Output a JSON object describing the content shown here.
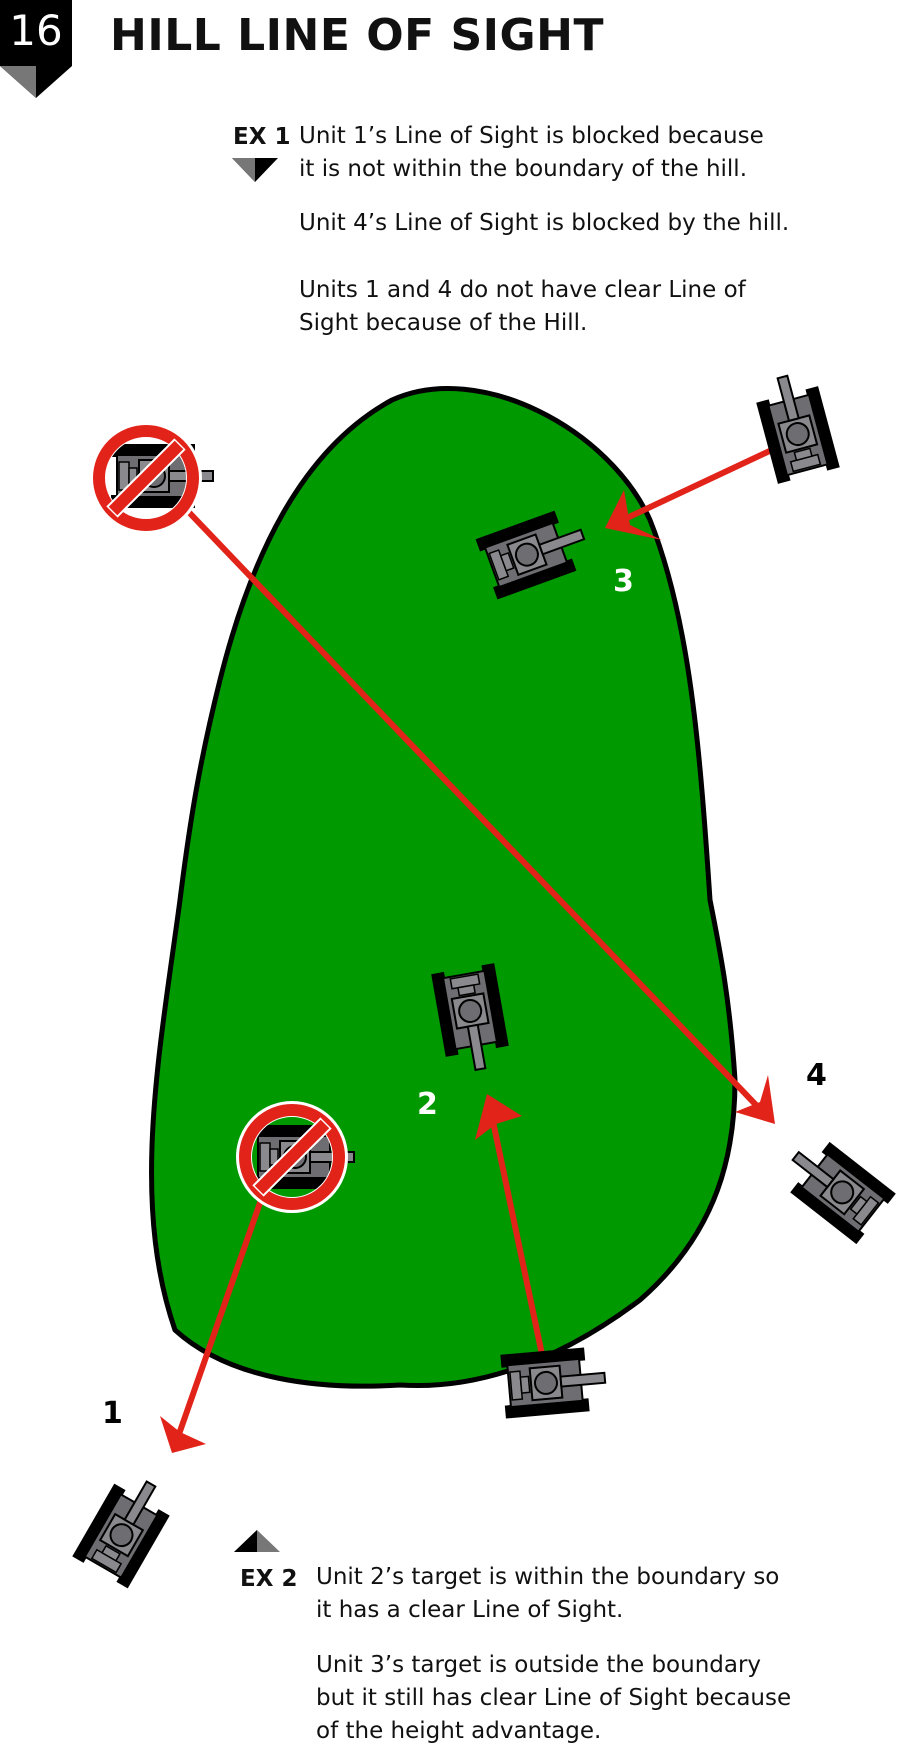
{
  "section": {
    "number": "16",
    "title": "HILL LINE OF SIGHT"
  },
  "ex1": {
    "label": "EX 1",
    "line1": "Unit 1’s Line of Sight is blocked because",
    "line2": "it is not within the boundary of the hill.",
    "para2": "Unit 4’s Line of Sight is blocked by the hill.",
    "para3_line1": "Units 1 and 4 do not have clear Line of",
    "para3_line2": "Sight because of the Hill."
  },
  "ex2": {
    "label": "EX 2",
    "para1_line1": "Unit 2’s target is within the boundary so",
    "para1_line2": "it has a clear Line of Sight.",
    "para2_line1": "Unit 3’s target is outside the boundary",
    "para2_line2": "but it still has clear Line of Sight because",
    "para2_line3": "of the height advantage."
  },
  "unit_labels": {
    "u1": "1",
    "u2": "2",
    "u3": "3",
    "u4": "4"
  },
  "colors": {
    "hill_fill": "#009900",
    "hill_outline": "#000000",
    "arrow": "#e2231a",
    "tank_body": "#6d6d72",
    "tank_turret": "#8a8a8e",
    "tank_track": "#000000",
    "badge": "#000000",
    "badge_shadow": "#777777"
  },
  "icons": {
    "section_badge": "pennant-icon",
    "tank": "tank-icon",
    "blocked": "prohibited-icon",
    "ex1_marker": "down-triangle-icon",
    "ex2_marker": "up-triangle-icon"
  }
}
